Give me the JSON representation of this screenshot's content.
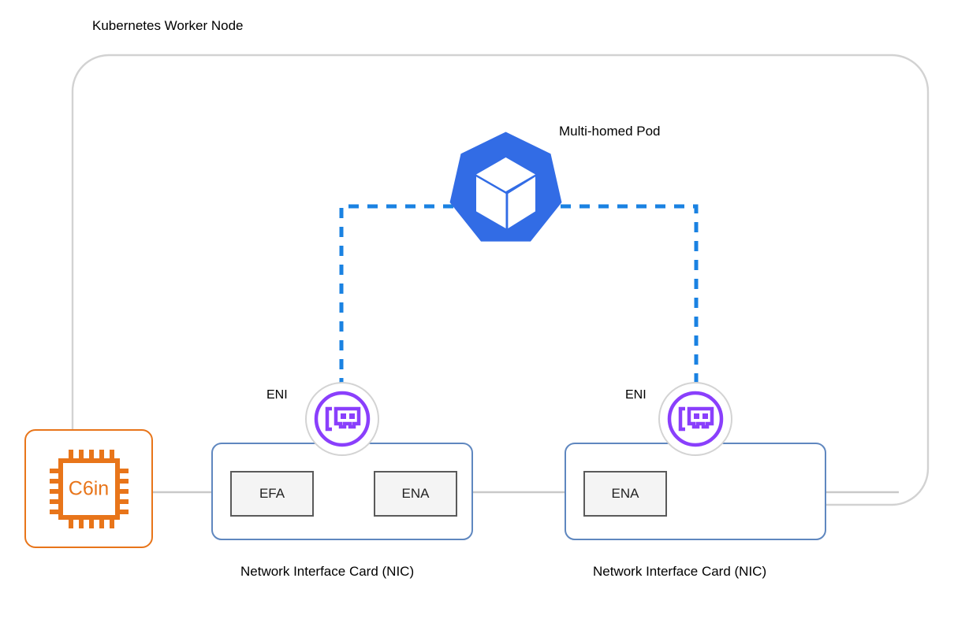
{
  "diagram": {
    "title": "Kubernetes Worker Node",
    "node_boundary_color": "#d0d0d0",
    "connector_color": "#c9c9c9"
  },
  "pod": {
    "label": "Multi-homed Pod",
    "icon": "kubernetes-logo-icon",
    "color": "#326ce5",
    "link_color": "#1a82e2",
    "link_style": "dashed"
  },
  "instance": {
    "label": "C6in",
    "icon": "cpu-chip-icon",
    "color": "#e8751a"
  },
  "enis": [
    {
      "label": "ENI",
      "icon": "network-interface-card-icon",
      "color": "#8a3ffc"
    },
    {
      "label": "ENI",
      "icon": "network-interface-card-icon",
      "color": "#8a3ffc"
    }
  ],
  "nics": [
    {
      "caption": "Network Interface Card (NIC)",
      "border_color": "#5f87bf",
      "adapters": [
        {
          "label": "EFA"
        },
        {
          "label": "ENA"
        }
      ]
    },
    {
      "caption": "Network Interface Card (NIC)",
      "border_color": "#5f87bf",
      "adapters": [
        {
          "label": "ENA"
        }
      ]
    }
  ]
}
